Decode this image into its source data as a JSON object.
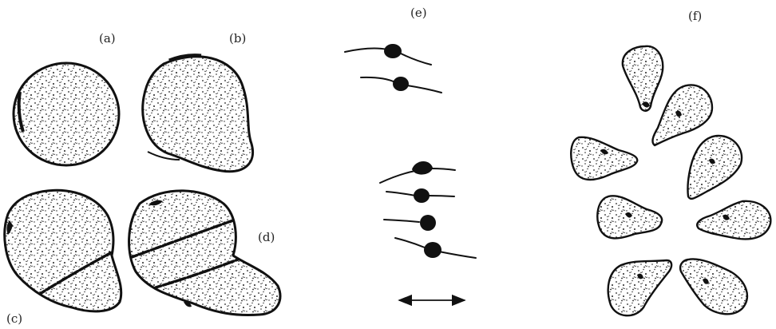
{
  "labels": {
    "a": "(a)",
    "b": "(b)",
    "c": "(c)",
    "d": "(d)",
    "e": "(e)",
    "f": "(f)"
  },
  "colors": {
    "ink": "#111111",
    "background": "#ffffff"
  }
}
